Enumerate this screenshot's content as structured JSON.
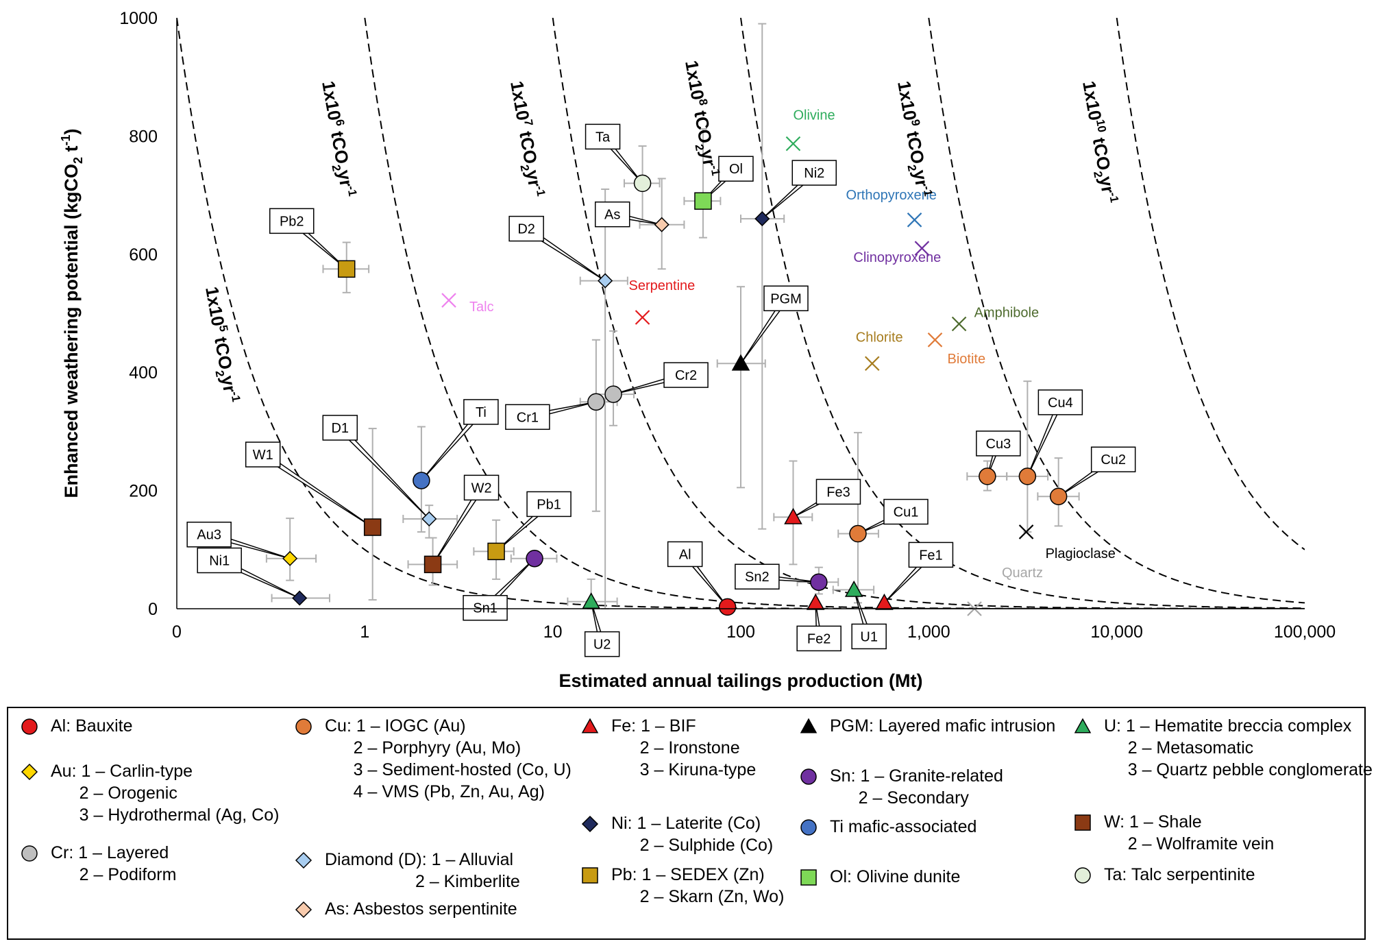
{
  "chart_data": {
    "type": "scatter",
    "xlabel": "Estimated annual tailings production (Mt)",
    "ylabel": "Enhanced weathering potential (kgCO2 t-1)",
    "x_scale": "log",
    "x_ticks": [
      "0",
      "1",
      "10",
      "100",
      "1,000",
      "10,000",
      "100,000"
    ],
    "y_ticks": [
      "0",
      "200",
      "400",
      "600",
      "800",
      "1000"
    ],
    "ylim": [
      0,
      1000
    ],
    "xlim": [
      0.1,
      100000
    ],
    "isolines": [
      {
        "label_main": "1x10",
        "label_exp": "5",
        "label_unit": "tCO",
        "label_sub": "2",
        "label_tail": "yr",
        "label_exp2": "-1",
        "value_tCO2": 100000
      },
      {
        "label_main": "1x10",
        "label_exp": "6",
        "label_unit": "tCO",
        "label_sub": "2",
        "label_tail": "yr",
        "label_exp2": "-1",
        "value_tCO2": 1000000
      },
      {
        "label_main": "1x10",
        "label_exp": "7",
        "label_unit": "tCO",
        "label_sub": "2",
        "label_tail": "yr",
        "label_exp2": "-1",
        "value_tCO2": 10000000
      },
      {
        "label_main": "1x10",
        "label_exp": "8",
        "label_unit": "tCO",
        "label_sub": "2",
        "label_tail": "yr",
        "label_exp2": "-1",
        "value_tCO2": 100000000
      },
      {
        "label_main": "1x10",
        "label_exp": "9",
        "label_unit": "tCO",
        "label_sub": "2",
        "label_tail": "yr",
        "label_exp2": "-1",
        "value_tCO2": 1000000000
      },
      {
        "label_main": "1x10",
        "label_exp": "10",
        "label_unit": "tCO",
        "label_sub": "2",
        "label_tail": "yr",
        "label_exp2": "-1",
        "value_tCO2": 10000000000
      }
    ],
    "deposits": [
      {
        "label": "Ni1",
        "x": 0.45,
        "y": 18,
        "marker": "diamond",
        "color": "#1f2a5c",
        "xerr": [
          0.32,
          0.65
        ],
        "yerr": null
      },
      {
        "label": "Au3",
        "x": 0.4,
        "y": 85,
        "marker": "diamond",
        "color": "#ffd700",
        "xerr": [
          0.3,
          0.55
        ],
        "yerr": [
          48,
          153
        ]
      },
      {
        "label": "W1",
        "x": 1.1,
        "y": 138,
        "marker": "square",
        "color": "#8b3a14",
        "xerr": null,
        "yerr": [
          15,
          305
        ]
      },
      {
        "label": "D1",
        "x": 2.2,
        "y": 152,
        "marker": "diamond",
        "color": "#a8cdf0",
        "xerr": [
          1.6,
          3.1
        ],
        "yerr": [
          120,
          175
        ]
      },
      {
        "label": "Ti",
        "x": 2.0,
        "y": 217,
        "marker": "circle",
        "color": "#4472c4",
        "xerr": null,
        "yerr": [
          130,
          308
        ]
      },
      {
        "label": "W2",
        "x": 2.3,
        "y": 75,
        "marker": "square",
        "color": "#8b3a14",
        "xerr": [
          1.7,
          3.1
        ],
        "yerr": [
          40,
          120
        ]
      },
      {
        "label": "Pb2",
        "x": 0.8,
        "y": 575,
        "marker": "square",
        "color": "#c89b12",
        "xerr": [
          0.6,
          1.05
        ],
        "yerr": [
          535,
          620
        ]
      },
      {
        "label": "Pb1",
        "x": 5.0,
        "y": 97,
        "marker": "square",
        "color": "#c89b12",
        "xerr": [
          3.8,
          6.2
        ],
        "yerr": [
          50,
          150
        ]
      },
      {
        "label": "Sn1",
        "x": 8.0,
        "y": 85,
        "marker": "circle",
        "color": "#7030a0",
        "xerr": [
          6.0,
          10.5
        ],
        "yerr": null
      },
      {
        "label": "U2",
        "x": 16,
        "y": 12,
        "marker": "triangle",
        "color": "#2eac5c",
        "xerr": [
          12,
          22
        ],
        "yerr": [
          0,
          50
        ]
      },
      {
        "label": "Cr1",
        "x": 17,
        "y": 350,
        "marker": "circle",
        "color": "#bfbfbf",
        "xerr": [
          14,
          22
        ],
        "yerr": [
          165,
          455
        ]
      },
      {
        "label": "Cr2",
        "x": 21,
        "y": 363,
        "marker": "circle",
        "color": "#bfbfbf",
        "xerr": [
          17,
          27
        ],
        "yerr": [
          310,
          470
        ]
      },
      {
        "label": "D2",
        "x": 19,
        "y": 555,
        "marker": "diamond",
        "color": "#a8cdf0",
        "xerr": [
          14,
          25
        ],
        "yerr": [
          0,
          710
        ]
      },
      {
        "label": "Ta",
        "x": 30,
        "y": 720,
        "marker": "circle",
        "color": "#e2efda",
        "xerr": [
          24,
          37
        ],
        "yerr": [
          655,
          783
        ]
      },
      {
        "label": "As",
        "x": 38,
        "y": 650,
        "marker": "diamond",
        "color": "#f8cbad",
        "xerr": [
          29,
          50
        ],
        "yerr": [
          575,
          728
        ]
      },
      {
        "label": "Ol",
        "x": 63,
        "y": 690,
        "marker": "square",
        "color": "#7ed957",
        "xerr": [
          50,
          78
        ],
        "yerr": [
          628,
          812
        ]
      },
      {
        "label": "Al",
        "x": 85,
        "y": 3,
        "marker": "circle",
        "color": "#e31a1c",
        "xerr": null,
        "yerr": null
      },
      {
        "label": "PGM",
        "x": 100,
        "y": 415,
        "marker": "triangle",
        "color": "#000000",
        "xerr": [
          75,
          135
        ],
        "yerr": [
          205,
          545
        ]
      },
      {
        "label": "Ni2",
        "x": 130,
        "y": 660,
        "marker": "diamond",
        "color": "#1f2a5c",
        "xerr": [
          100,
          170
        ],
        "yerr": [
          135,
          990
        ]
      },
      {
        "label": "Fe3",
        "x": 190,
        "y": 155,
        "marker": "triangle",
        "color": "#e31a1c",
        "xerr": [
          150,
          240
        ],
        "yerr": [
          75,
          250
        ]
      },
      {
        "label": "Fe2",
        "x": 250,
        "y": 10,
        "marker": "triangle",
        "color": "#e31a1c",
        "xerr": null,
        "yerr": null
      },
      {
        "label": "Sn2",
        "x": 260,
        "y": 45,
        "marker": "circle",
        "color": "#7030a0",
        "xerr": [
          200,
          330
        ],
        "yerr": [
          25,
          70
        ]
      },
      {
        "label": "U1",
        "x": 400,
        "y": 32,
        "marker": "triangle",
        "color": "#2eac5c",
        "xerr": [
          310,
          510
        ],
        "yerr": null
      },
      {
        "label": "Cu1",
        "x": 420,
        "y": 127,
        "marker": "circle",
        "color": "#e07b39",
        "xerr": [
          330,
          540
        ],
        "yerr": [
          10,
          298
        ]
      },
      {
        "label": "Fe1",
        "x": 580,
        "y": 10,
        "marker": "triangle",
        "color": "#e31a1c",
        "xerr": null,
        "yerr": null
      },
      {
        "label": "Cu3",
        "x": 2050,
        "y": 224,
        "marker": "circle",
        "color": "#e07b39",
        "xerr": [
          1600,
          2600
        ],
        "yerr": [
          200,
          250
        ]
      },
      {
        "label": "Cu4",
        "x": 3350,
        "y": 224,
        "marker": "circle",
        "color": "#e07b39",
        "xerr": [
          2600,
          4300
        ],
        "yerr": [
          130,
          385
        ]
      },
      {
        "label": "Cu2",
        "x": 4900,
        "y": 190,
        "marker": "circle",
        "color": "#e07b39",
        "xerr": [
          3800,
          6300
        ],
        "yerr": [
          140,
          255
        ]
      }
    ],
    "minerals": [
      {
        "name": "Talc",
        "x": 2.8,
        "y": 522,
        "color": "#ee82ee"
      },
      {
        "name": "Serpentine",
        "x": 30,
        "y": 493,
        "color": "#e31a1c"
      },
      {
        "name": "Olivine",
        "x": 190,
        "y": 787,
        "color": "#2eac5c"
      },
      {
        "name": "Orthopyroxene",
        "x": 840,
        "y": 658,
        "color": "#2e75b6"
      },
      {
        "name": "Clinopyroxene",
        "x": 920,
        "y": 610,
        "color": "#7030a0"
      },
      {
        "name": "Chlorite",
        "x": 500,
        "y": 415,
        "color": "#a67c1e"
      },
      {
        "name": "Biotite",
        "x": 1080,
        "y": 455,
        "color": "#e07b39"
      },
      {
        "name": "Amphibole",
        "x": 1450,
        "y": 482,
        "color": "#4e6b2e"
      },
      {
        "name": "Plagioclase",
        "x": 3300,
        "y": 130,
        "color": "#000000"
      },
      {
        "name": "Quartz",
        "x": 1750,
        "y": 0,
        "color": "#a6a6a6"
      }
    ]
  },
  "legend": [
    {
      "symbol": "circle",
      "color": "#e31a1c",
      "lines": [
        "Al: Bauxite"
      ]
    },
    {
      "symbol": "diamond",
      "color": "#ffd700",
      "lines": [
        "Au: 1 – Carlin-type",
        "      2 – Orogenic",
        "      3 – Hydrothermal (Ag, Co)"
      ]
    },
    {
      "symbol": "circle",
      "color": "#bfbfbf",
      "lines": [
        "Cr: 1 – Layered",
        "      2 – Podiform"
      ]
    },
    {
      "symbol": "circle",
      "color": "#e07b39",
      "lines": [
        "Cu: 1 – IOGC (Au)",
        "      2 – Porphyry (Au, Mo)",
        "      3 – Sediment-hosted (Co, U)",
        "      4 – VMS (Pb, Zn, Au, Ag)"
      ]
    },
    {
      "symbol": "diamond",
      "color": "#a8cdf0",
      "lines": [
        "Diamond (D): 1 – Alluvial",
        "                   2 – Kimberlite"
      ]
    },
    {
      "symbol": "diamond",
      "color": "#f8cbad",
      "lines": [
        "As: Asbestos serpentinite"
      ]
    },
    {
      "symbol": "triangle",
      "color": "#e31a1c",
      "lines": [
        "Fe: 1 – BIF",
        "      2 – Ironstone",
        "      3 – Kiruna-type"
      ]
    },
    {
      "symbol": "diamond",
      "color": "#1f2a5c",
      "lines": [
        "Ni: 1 – Laterite (Co)",
        "      2 – Sulphide (Co)"
      ]
    },
    {
      "symbol": "square",
      "color": "#c89b12",
      "lines": [
        "Pb: 1 – SEDEX (Zn)",
        "      2 – Skarn (Zn, Wo)"
      ]
    },
    {
      "symbol": "triangle",
      "color": "#000000",
      "lines": [
        "PGM: Layered mafic intrusion"
      ]
    },
    {
      "symbol": "circle",
      "color": "#7030a0",
      "lines": [
        "Sn: 1 – Granite-related",
        "      2 – Secondary"
      ]
    },
    {
      "symbol": "circle",
      "color": "#4472c4",
      "lines": [
        "Ti mafic-associated"
      ]
    },
    {
      "symbol": "square",
      "color": "#7ed957",
      "lines": [
        "Ol: Olivine dunite"
      ]
    },
    {
      "symbol": "triangle",
      "color": "#2eac5c",
      "lines": [
        "U: 1 – Hematite breccia complex",
        "     2 – Metasomatic",
        "     3 – Quartz pebble conglomerate"
      ]
    },
    {
      "symbol": "square",
      "color": "#8b3a14",
      "lines": [
        "W: 1 – Shale",
        "     2 – Wolframite vein"
      ]
    },
    {
      "symbol": "circle",
      "color": "#e2efda",
      "lines": [
        "Ta: Talc serpentinite"
      ]
    }
  ]
}
